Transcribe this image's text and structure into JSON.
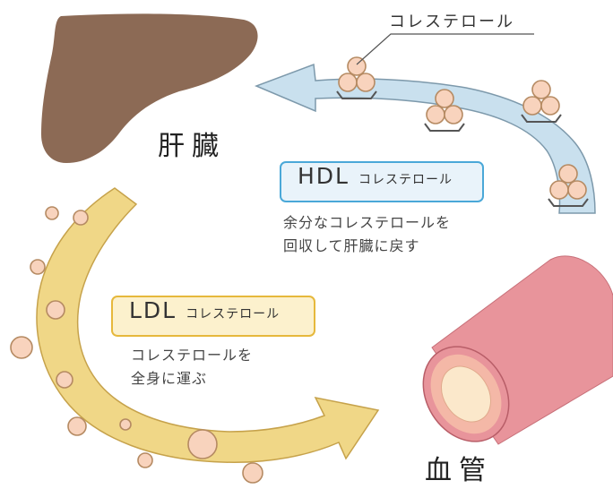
{
  "organs": {
    "liver_label": "肝臓",
    "vessel_label": "血管"
  },
  "callout": {
    "label": "コレステロール"
  },
  "hdl": {
    "title": "HDL",
    "subtitle": "コレステロール",
    "description": [
      "余分なコレステロールを",
      "回収して肝臓に戻す"
    ],
    "arrow_color": "#c9e0ee",
    "badge_border": "#4aa8d8"
  },
  "ldl": {
    "title": "LDL",
    "subtitle": "コレステロール",
    "description": [
      "コレステロールを",
      "全身に運ぶ"
    ],
    "arrow_color": "#f0d787",
    "badge_border": "#e6b83c"
  },
  "colors": {
    "liver": "#8c6a55",
    "vessel": "#e8949b",
    "particle": "#f8d3bd",
    "outline": "#b58a62"
  }
}
